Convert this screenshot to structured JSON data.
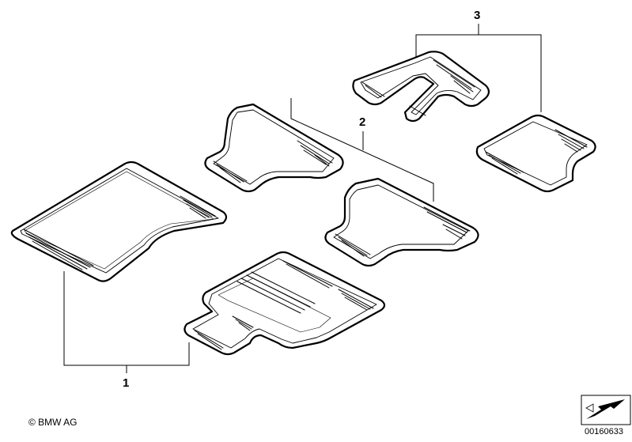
{
  "callouts": {
    "one": "1",
    "two": "2",
    "three": "3"
  },
  "footer": {
    "copyright": "© BMW AG",
    "drawing_number": "00160633"
  }
}
